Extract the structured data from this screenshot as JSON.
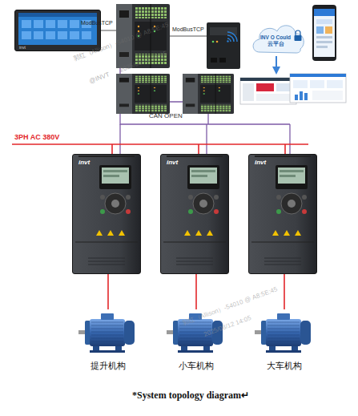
{
  "diagram": {
    "caption": "*System topology diagram↵",
    "nodes": [
      {
        "text": [
          "invt"
        ]
      },
      {
        "text": [
          "INV O Could",
          "云平台"
        ]
      },
      {
        "text": [
          "invt"
        ]
      },
      {
        "text": [
          "invt"
        ]
      },
      {
        "text": [
          "invt"
        ]
      },
      {
        "text": [
          "提升机构"
        ]
      },
      {
        "text": [
          "小车机构"
        ]
      },
      {
        "text": [
          "大车机构"
        ]
      }
    ],
    "edges": [
      {
        "from": 2,
        "to": 5,
        "arrow": "none"
      },
      {
        "from": 3,
        "to": 6,
        "arrow": "none"
      },
      {
        "from": 4,
        "to": 7,
        "arrow": "none"
      }
    ],
    "labels": [
      "ModBusTCP",
      "ModBusTCP",
      "CAN OPEN",
      "3PH AC 380V",
      "郭红（Allison）-54010 @ A8:5E:45",
      "2025/08/12 14:05",
      "@INVT",
      "郭红（Allison）-54010 @ A8:5E:45",
      "2025/08/12 14:05"
    ]
  }
}
